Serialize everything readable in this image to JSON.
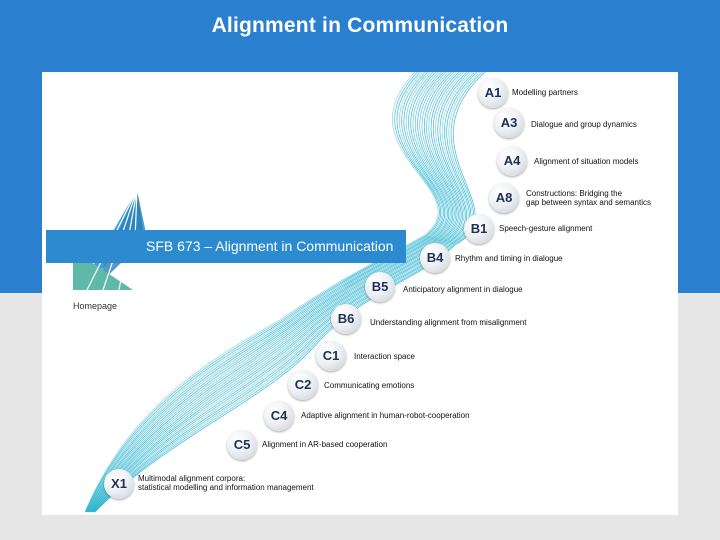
{
  "slide": {
    "title": "Alignment in Communication"
  },
  "banner": {
    "text": "SFB 673 – Alignment in Communication"
  },
  "homepage_label": "Homepage",
  "projects": [
    {
      "code": "A1",
      "label": "Modelling partners"
    },
    {
      "code": "A3",
      "label": "Dialogue and group dynamics"
    },
    {
      "code": "A4",
      "label": "Alignment of situation models"
    },
    {
      "code": "A8",
      "label": "Constructions: Bridging the",
      "label2": "gap between syntax and semantics"
    },
    {
      "code": "B1",
      "label": "Speech-gesture alignment"
    },
    {
      "code": "B4",
      "label": "Rhythm and timing in dialogue"
    },
    {
      "code": "B5",
      "label": "Anticipatory alignment in dialogue"
    },
    {
      "code": "B6",
      "label": "Understanding alignment from misalignment"
    },
    {
      "code": "C1",
      "label": "Interaction space"
    },
    {
      "code": "C2",
      "label": "Communicating emotions"
    },
    {
      "code": "C4",
      "label": "Adaptive alignment in human-robot-cooperation"
    },
    {
      "code": "C5",
      "label": "Alignment in AR-based cooperation"
    },
    {
      "code": "X1",
      "label": "Multimodal alignment corpora:",
      "label2": "statistical modelling and information management"
    }
  ],
  "colors": {
    "header_blue": "#2a7fcf",
    "banner_blue": "#2b8ad0",
    "wave_cyan": "#2bb3cf",
    "bubble_text": "#1f2f5a"
  },
  "icons": {
    "logo": "sfb-wedge-logo"
  }
}
